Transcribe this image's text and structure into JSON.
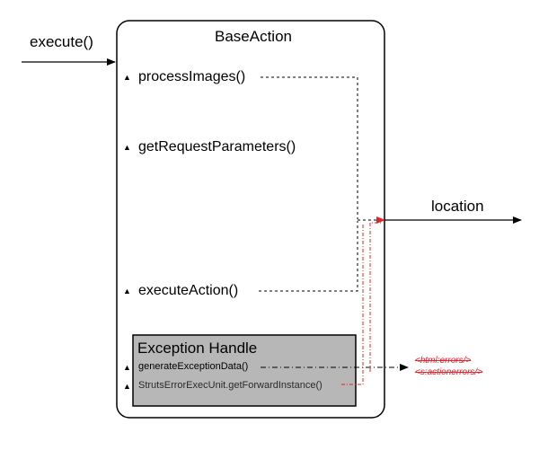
{
  "input_label": "execute()",
  "base_action": {
    "title": "BaseAction",
    "methods": [
      {
        "marker": "▲",
        "label": "processImages()"
      },
      {
        "marker": "▲",
        "label": "getRequestParameters()"
      },
      {
        "marker": "▲",
        "label": "executeAction()"
      }
    ]
  },
  "exception_handle": {
    "title": "Exception Handle",
    "methods": [
      {
        "marker": "▲",
        "label": "generateExceptionData()"
      },
      {
        "marker": "▲",
        "label": "StrutsErrorExecUnit.getForwardInstance()"
      }
    ]
  },
  "output_label": "location",
  "error_tags": [
    "<html:errors/>",
    "<s:actionerrors/>"
  ],
  "colors": {
    "error_accent": "#e8202a",
    "exception_fill": "#b7b7b7",
    "line": "#000000"
  }
}
